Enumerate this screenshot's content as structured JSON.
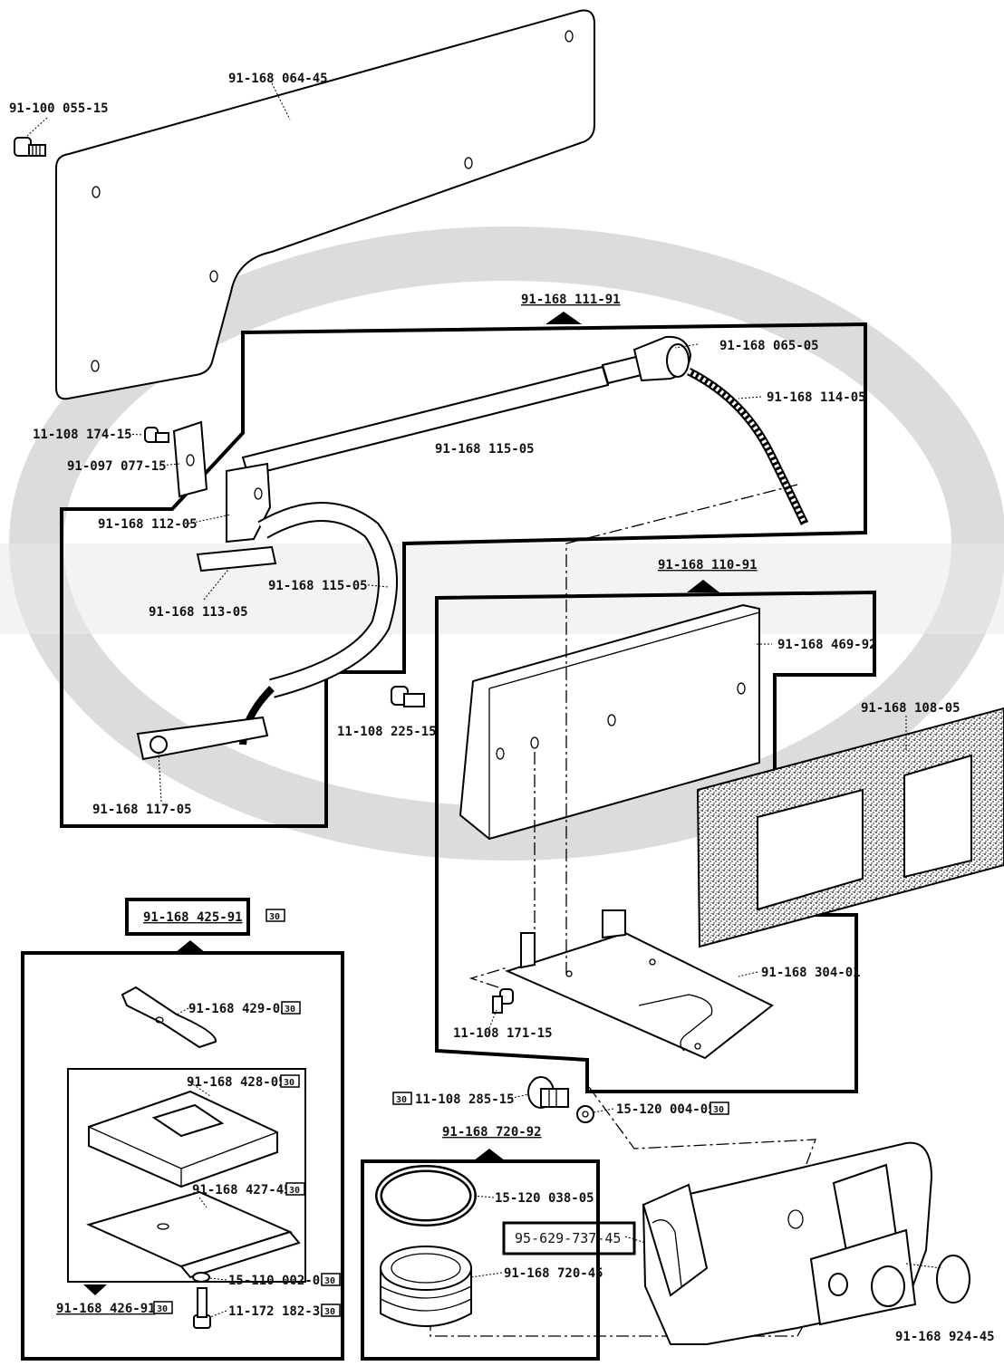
{
  "parts": {
    "cover_plate": "91-168 064-45",
    "top_screw": "91-100 055-15",
    "assy_111": "91-168 111-91",
    "plug": "91-168 065-05",
    "braid_wire": "91-168 114-05",
    "tube_long": "91-168 115-05",
    "clip_screw": "11-108 174-15",
    "clip": "91-097 077-15",
    "sensor_holder": "91-168 112-05",
    "sensor_base": "91-168 113-05",
    "tube_curved": "91-168 115-05",
    "mid_screw": "11-108 225-15",
    "ground_lug": "91-168 117-05",
    "assy_110": "91-168 110-91",
    "light_cover": "91-168 469-92",
    "gasket": "91-168 108-05",
    "base_plate": "91-168 304-01",
    "base_screw": "11-108 171-15",
    "assy_425": "91-168 425-91",
    "bracket_429": "91-168 429-05",
    "pad_428": "91-168 428-05",
    "plate_427": "91-168 427-45",
    "assy_426": "91-168 426-91",
    "washer_110": "15-110 002-05",
    "screw_172": "11-172 182-35",
    "arm_screw": "11-108 285-15",
    "washer_120": "15-120 004-05",
    "assy_720": "91-168 720-92",
    "ring_038": "15-120 038-05",
    "bushing_720": "91-168 720-45",
    "arm_casting": "95-629-737-45",
    "cap_924": "91-168 924-45"
  },
  "badges": {
    "b30": "30"
  }
}
